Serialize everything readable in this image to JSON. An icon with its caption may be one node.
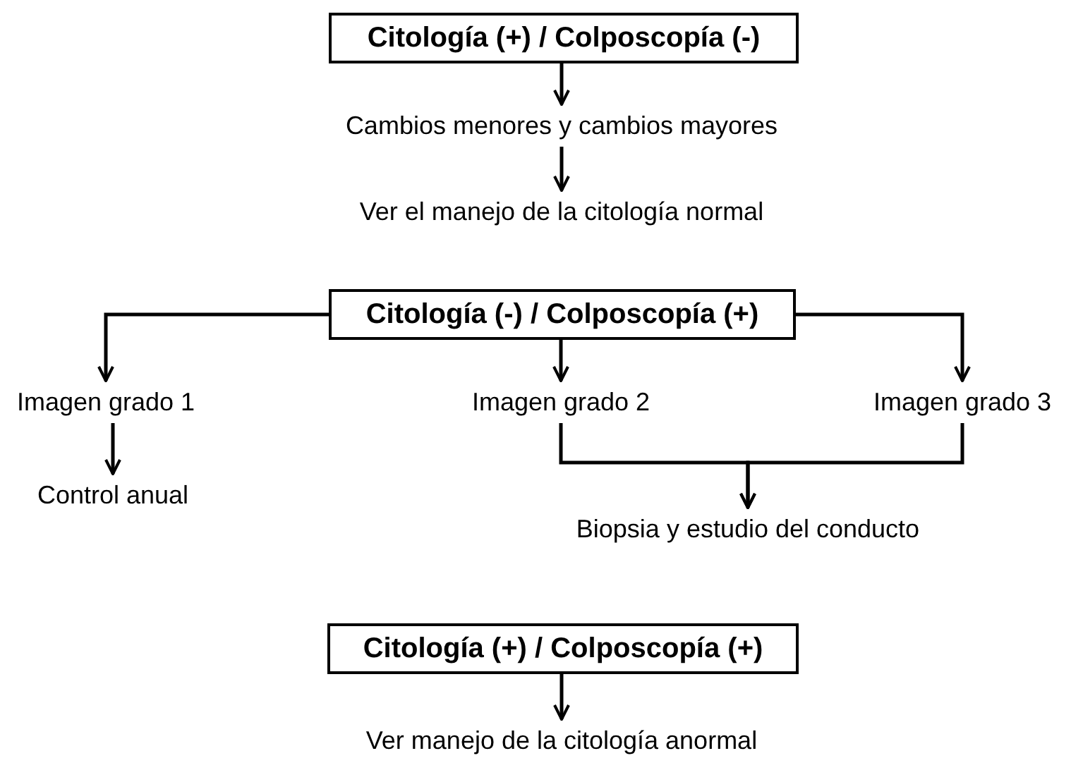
{
  "diagram": {
    "nodes": [
      {
        "text": [
          "Citología (+) / Colposcopía (-)"
        ]
      },
      {
        "text": [
          "Cambios menores y cambios mayores"
        ]
      },
      {
        "text": [
          "Ver el manejo de la citología normal"
        ]
      },
      {
        "text": [
          "Citología (-) / Colposcopía (+)"
        ]
      },
      {
        "text": [
          "Imagen grado 1"
        ]
      },
      {
        "text": [
          "Imagen grado 2"
        ]
      },
      {
        "text": [
          "Imagen grado 3"
        ]
      },
      {
        "text": [
          "Control anual"
        ]
      },
      {
        "text": [
          "Biopsia y estudio del conducto"
        ]
      },
      {
        "text": [
          "Citología (+) / Colposcopía (+)"
        ]
      },
      {
        "text": [
          "Ver manejo de la citología anormal"
        ]
      }
    ],
    "edges": [
      {
        "from": 0,
        "to": 1,
        "arrow": "to"
      },
      {
        "from": 1,
        "to": 2,
        "arrow": "to"
      },
      {
        "from": 3,
        "to": 4,
        "arrow": "to"
      },
      {
        "from": 3,
        "to": 5,
        "arrow": "to"
      },
      {
        "from": 3,
        "to": 6,
        "arrow": "to"
      },
      {
        "from": 4,
        "to": 7,
        "arrow": "to"
      },
      {
        "from": 5,
        "to": 8,
        "arrow": "to"
      },
      {
        "from": 6,
        "to": 8,
        "arrow": "to"
      },
      {
        "from": 9,
        "to": 10,
        "arrow": "to"
      }
    ]
  }
}
